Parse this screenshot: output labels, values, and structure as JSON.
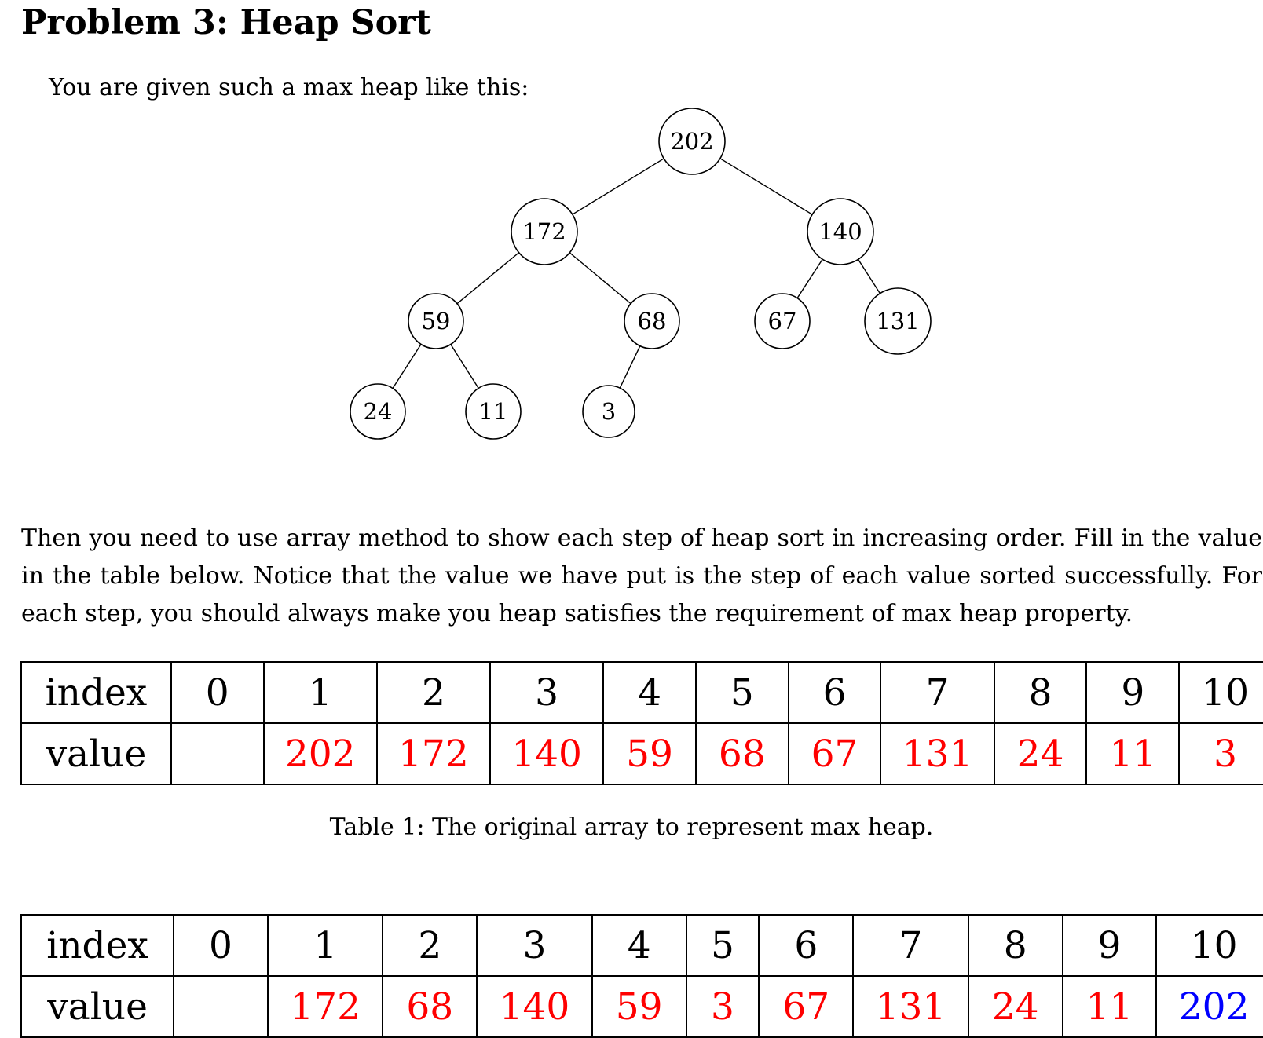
{
  "problem": {
    "title": "Problem 3: Heap Sort",
    "intro": "You are given such a max heap like this:"
  },
  "heap": {
    "nodes": [
      "202",
      "172",
      "140",
      "59",
      "68",
      "67",
      "131",
      "24",
      "11",
      "3"
    ]
  },
  "instructions": "Then you need to use array method to show each step of heap sort in increasing order. Fill in the value in the table below. Notice that the value we have put is the step of each value sorted successfully. For each step, you should always make you heap satisfies the requirement of max heap property.",
  "table1": {
    "index_label": "index",
    "value_label": "value",
    "indices": [
      "0",
      "1",
      "2",
      "3",
      "4",
      "5",
      "6",
      "7",
      "8",
      "9",
      "10"
    ],
    "values": [
      "",
      "202",
      "172",
      "140",
      "59",
      "68",
      "67",
      "131",
      "24",
      "11",
      "3"
    ],
    "caption": "Table 1: The original array to represent max heap."
  },
  "table2": {
    "index_label": "index",
    "value_label": "value",
    "indices": [
      "0",
      "1",
      "2",
      "3",
      "4",
      "5",
      "6",
      "7",
      "8",
      "9",
      "10"
    ],
    "values": [
      "",
      "172",
      "68",
      "140",
      "59",
      "3",
      "67",
      "131",
      "24",
      "11",
      "202"
    ],
    "sorted_from_index": 10
  },
  "colors": {
    "heap_value": "#ff0000",
    "sorted_value": "#0000ff"
  }
}
